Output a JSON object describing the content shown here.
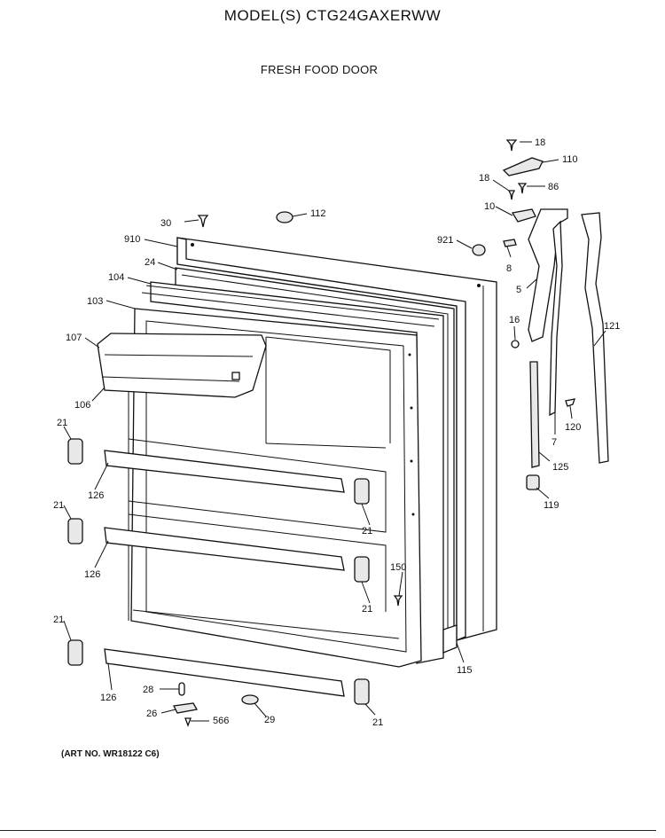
{
  "header": {
    "model_title": "MODEL(S) CTG24GAXERWW",
    "section_title": "FRESH FOOD DOOR"
  },
  "footer": {
    "art_number": "(ART NO. WR18122 C6)"
  },
  "callouts": [
    "18",
    "110",
    "18",
    "86",
    "10",
    "8",
    "921",
    "5",
    "16",
    "121",
    "7",
    "120",
    "125",
    "119",
    "30",
    "112",
    "910",
    "24",
    "104",
    "103",
    "107",
    "106",
    "21",
    "126",
    "21",
    "21",
    "126",
    "21",
    "150",
    "21",
    "126",
    "28",
    "26",
    "566",
    "29",
    "21",
    "115"
  ]
}
